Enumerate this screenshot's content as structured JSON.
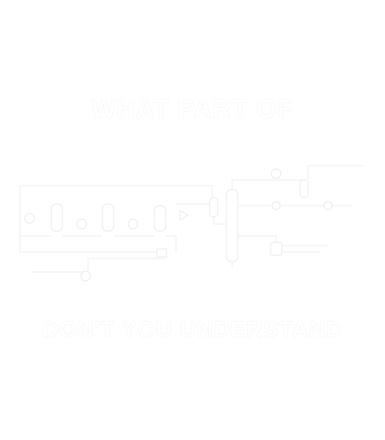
{
  "artwork": {
    "headline_top": "WHAT PART OF",
    "headline_bottom": "DON'T YOU UNDERSTAND",
    "diagram_type": "process flow diagram (white line art, illegible small labels)",
    "colors": {
      "background": "#ffffff",
      "artwork": "#ffffff",
      "faint_outline": "#e6e6e6"
    }
  }
}
